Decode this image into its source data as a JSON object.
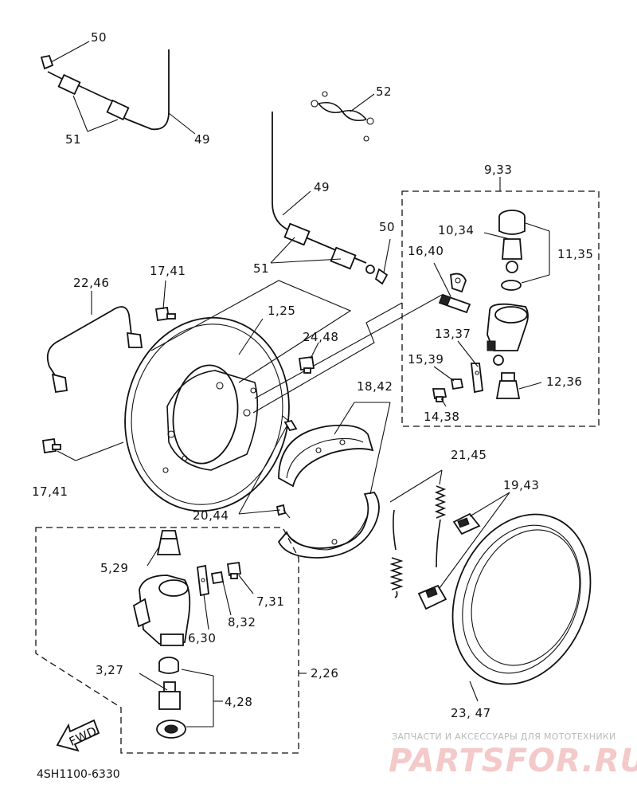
{
  "labels": {
    "p50a": "50",
    "p51a": "51",
    "p49a": "49",
    "p52": "52",
    "p49b": "49",
    "p50b": "50",
    "p51b": "51",
    "p933": "9,33",
    "p1034": "10,34",
    "p1135": "11,35",
    "p1640": "16,40",
    "p2246": "22,46",
    "p1741a": "17,41",
    "p125": "1,25",
    "p2448": "24,48",
    "p1337": "13,37",
    "p1539": "15,39",
    "p1236": "12,36",
    "p1438": "14,38",
    "p1842": "18,42",
    "p1741b": "17,41",
    "p2145": "21,45",
    "p1943": "19,43",
    "p2044": "20,44",
    "p529": "5,29",
    "p731": "7,31",
    "p832": "8,32",
    "p630": "6,30",
    "p327": "3,27",
    "p226": "2,26",
    "p428": "4,28",
    "p2347": "23, 47"
  },
  "fwd_label": "FWD",
  "diagram_code": "4SH1100-6330",
  "watermark": {
    "tagline": "ЗАПЧАСТИ И АКСЕССУАРЫ ДЛЯ МОТОТЕХНИКИ",
    "brand": "PARTSFOR.RU"
  },
  "colors": {
    "ink": "#111111",
    "watermark_text": "#f4c9c9"
  }
}
